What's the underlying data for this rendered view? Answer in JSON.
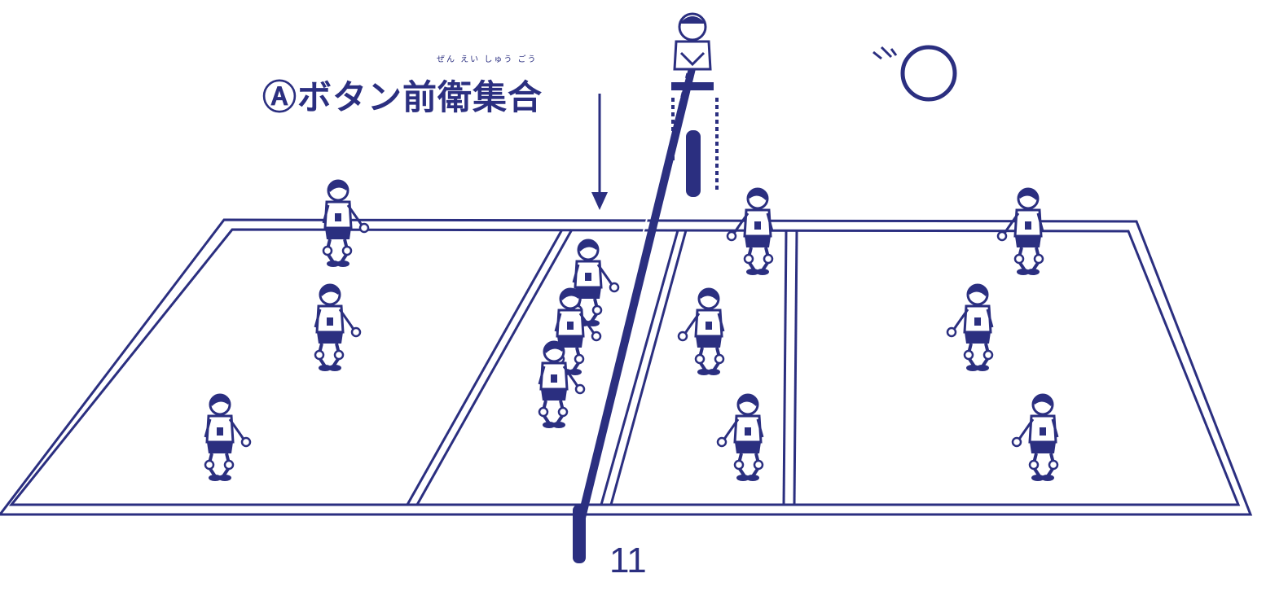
{
  "manual_illustration": {
    "instruction_label": "Ⓐボタン前衛集合",
    "furigana": "ぜん えい しゅう ごう",
    "page_number": "11"
  },
  "court": {
    "team_left_player_count": 6,
    "team_right_player_count": 6
  },
  "colors": {
    "ink": "#2b2f80",
    "paper": "#ffffff"
  },
  "icons": {
    "ball": "volleyball-icon",
    "player": "player-figure-icon",
    "referee": "referee-figure-icon",
    "arrow": "arrow-down-icon"
  }
}
